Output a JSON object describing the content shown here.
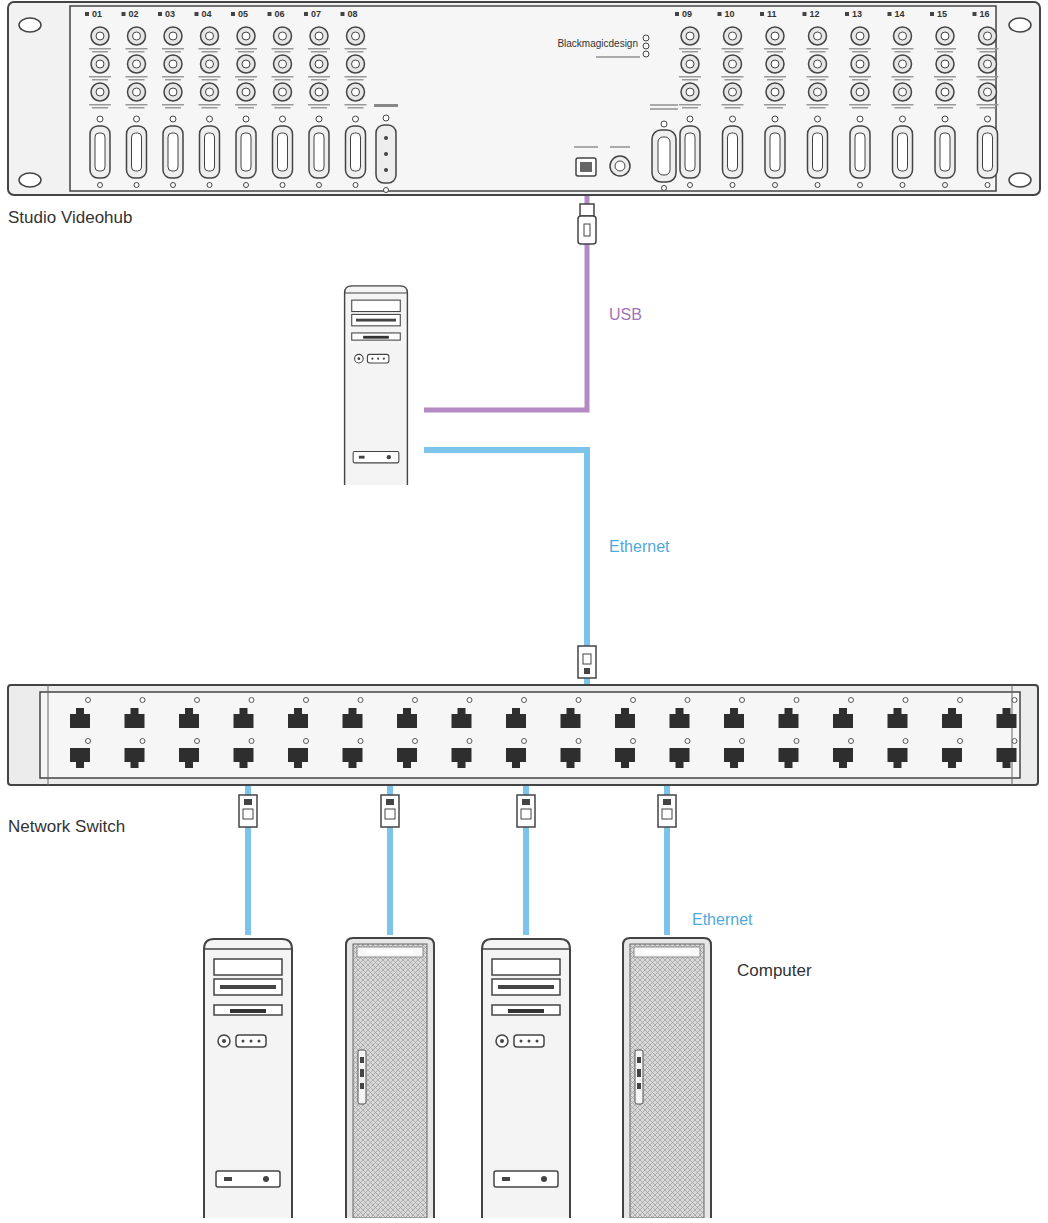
{
  "diagram": {
    "nodes": [
      {
        "text": [
          "Studio Videohub"
        ]
      },
      {
        "text": []
      },
      {
        "text": [
          "Network Switch"
        ]
      },
      {
        "text": []
      },
      {
        "text": []
      },
      {
        "text": []
      },
      {
        "text": [
          "Computer"
        ]
      }
    ],
    "edges": [
      {
        "from": 0,
        "to": 1,
        "arrow": "none",
        "label": "USB"
      },
      {
        "from": 1,
        "to": 2,
        "arrow": "none",
        "label": "Ethernet"
      },
      {
        "from": 2,
        "to": 3,
        "arrow": "none"
      },
      {
        "from": 2,
        "to": 4,
        "arrow": "none"
      },
      {
        "from": 2,
        "to": 5,
        "arrow": "none"
      },
      {
        "from": 2,
        "to": 6,
        "arrow": "none",
        "label": "Ethernet"
      }
    ],
    "labels": [
      "01",
      "02",
      "03",
      "04",
      "05",
      "06",
      "07",
      "08",
      "Blackmagicdesign",
      "09",
      "10",
      "11",
      "12",
      "13",
      "14",
      "15",
      "16"
    ]
  }
}
